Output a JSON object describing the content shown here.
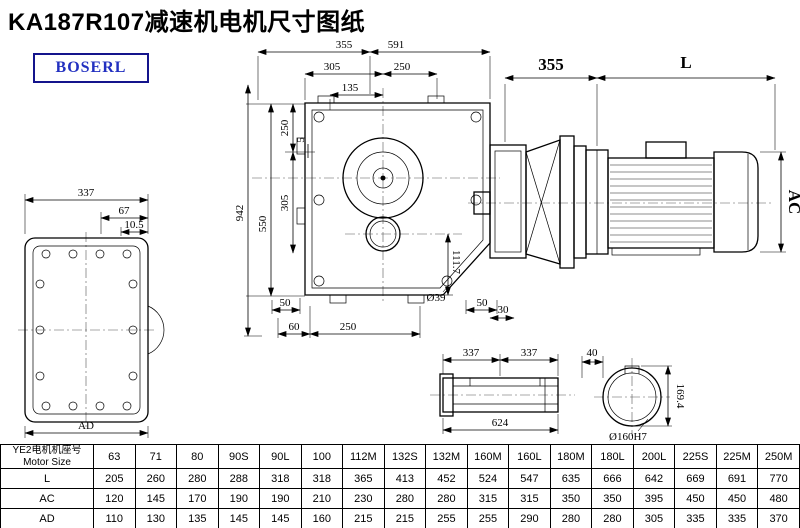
{
  "page": {
    "title": "KA187R107减速机电机尺寸图纸",
    "logo_text": "BOSERL",
    "colors": {
      "line": "#000000",
      "logo_blue": "#2230c0",
      "logo_border": "#14148c",
      "background": "#ffffff"
    }
  },
  "views": {
    "front": {
      "dim_width": "337",
      "dim_offset": "67",
      "dim_thickness": "10.5",
      "dim_ad": "AD"
    },
    "main": {
      "dim_355": "355",
      "dim_591": "591",
      "dim_305_top": "305",
      "dim_250_top": "250",
      "dim_135": "135",
      "dim_250_left": "250",
      "dim_5": "5",
      "dim_305_left": "305",
      "dim_550": "550",
      "dim_942": "942",
      "dim_111_7": "111.7",
      "dim_50_bl": "50",
      "dim_60": "60",
      "dim_250_bottom": "250",
      "dim_shaft_hole": "Ø39",
      "dim_50_br": "50",
      "dim_30": "30"
    },
    "side": {
      "dim_355": "355",
      "dim_L": "L",
      "dim_AC": "AC"
    },
    "shaft": {
      "dim_337_left": "337",
      "dim_337_right": "337",
      "dim_624": "624"
    },
    "bore": {
      "dim_40": "40",
      "dim_169_4": "169.4",
      "dim_bore": "Ø160H7"
    }
  },
  "table": {
    "header": {
      "line1": "YE2电机机座号",
      "line2": "Motor Size"
    },
    "columns": [
      "63",
      "71",
      "80",
      "90S",
      "90L",
      "100",
      "112M",
      "132S",
      "132M",
      "160M",
      "160L",
      "180M",
      "180L",
      "200L",
      "225S",
      "225M",
      "250M"
    ],
    "rows": [
      {
        "label": "L",
        "values": [
          "205",
          "260",
          "280",
          "288",
          "318",
          "318",
          "365",
          "413",
          "452",
          "524",
          "547",
          "635",
          "666",
          "642",
          "669",
          "691",
          "770"
        ]
      },
      {
        "label": "AC",
        "values": [
          "120",
          "145",
          "170",
          "190",
          "190",
          "210",
          "230",
          "280",
          "280",
          "315",
          "315",
          "350",
          "350",
          "395",
          "450",
          "450",
          "480"
        ]
      },
      {
        "label": "AD",
        "values": [
          "110",
          "130",
          "135",
          "145",
          "145",
          "160",
          "215",
          "215",
          "255",
          "255",
          "290",
          "280",
          "280",
          "305",
          "335",
          "335",
          "370"
        ]
      }
    ]
  }
}
